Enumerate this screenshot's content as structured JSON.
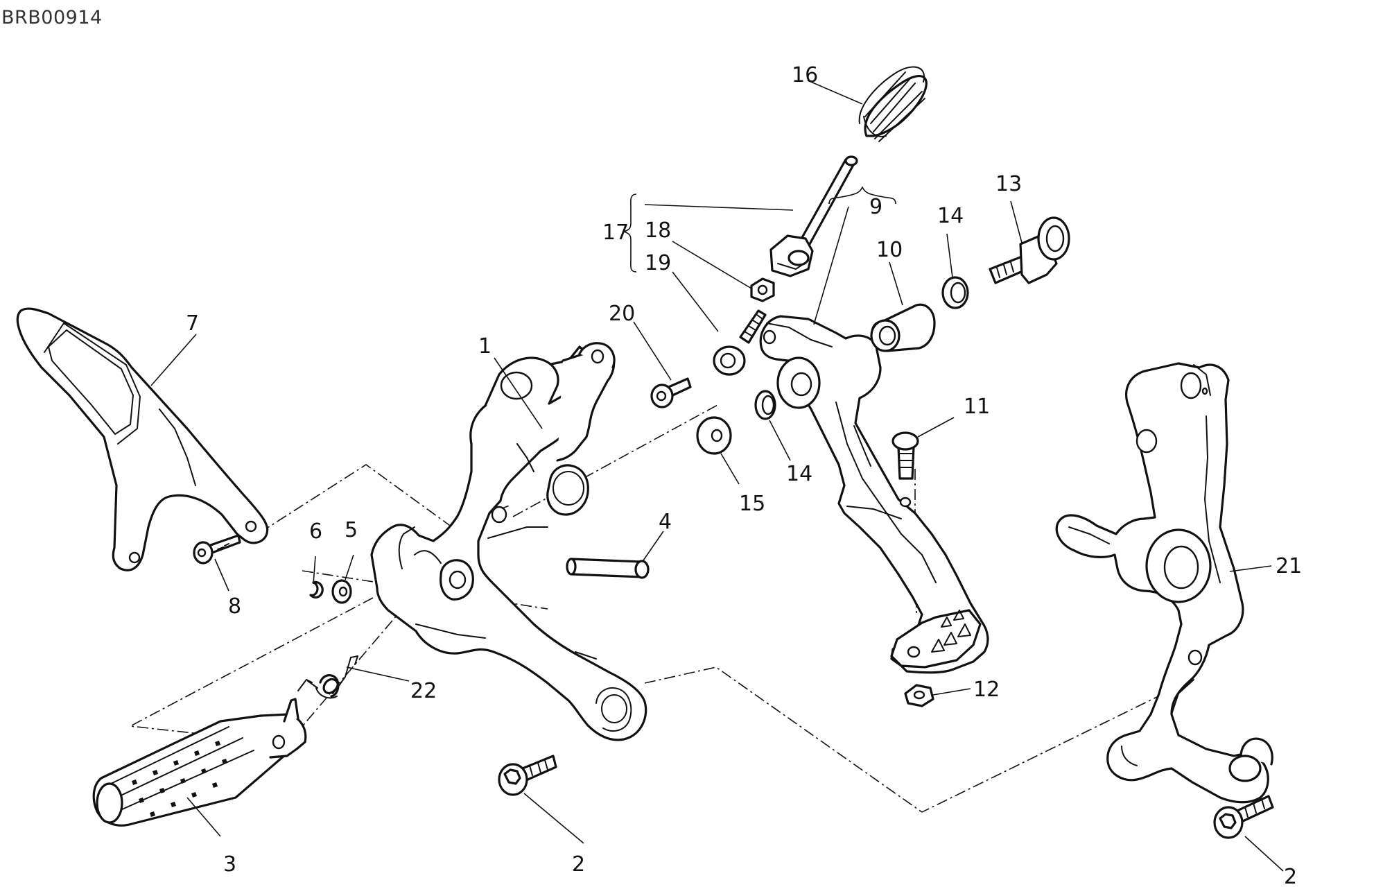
{
  "diagram": {
    "code": "BRB00914",
    "callouts": {
      "c1": "1",
      "c2a": "2",
      "c2b": "2",
      "c3": "3",
      "c4": "4",
      "c5": "5",
      "c6": "6",
      "c7": "7",
      "c8": "8",
      "c9": "9",
      "c10": "10",
      "c11": "11",
      "c12": "12",
      "c13": "13",
      "c14a": "14",
      "c14b": "14",
      "c15": "15",
      "c16": "16",
      "c17": "17",
      "c18": "18",
      "c19": "19",
      "c20": "20",
      "c21": "21",
      "c22": "22"
    }
  }
}
